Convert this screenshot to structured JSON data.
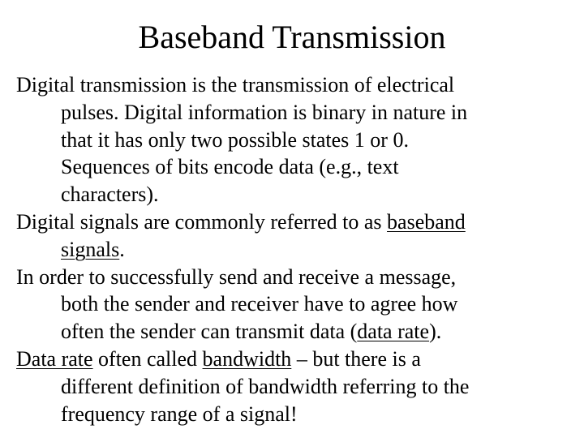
{
  "title": "Baseband Transmission",
  "paragraphs": [
    {
      "line1": "Digital transmission is the transmission of electrical",
      "line2": "pulses.  Digital information is binary in nature in",
      "line3": "that it has only two possible states 1 or 0.",
      "line4": "Sequences of bits encode data (e.g., text",
      "line5": "characters)."
    },
    {
      "text_before": "Digital signals are commonly referred to as ",
      "underlined": "baseband",
      "underlined2": "signals",
      "text_after": "."
    },
    {
      "line1": "In order to successfully send and receive a message,",
      "line2": "both the sender and receiver have to agree how",
      "line3_before": "often the sender can transmit data (",
      "line3_underlined": "data rate",
      "line3_after": ")."
    },
    {
      "underlined1": "Data rate",
      "text_mid": " often called ",
      "underlined2": "bandwidth",
      "text_rest1": " – but there is a",
      "line2": "different definition of bandwidth referring to the",
      "line3": "frequency range of a signal!"
    }
  ]
}
